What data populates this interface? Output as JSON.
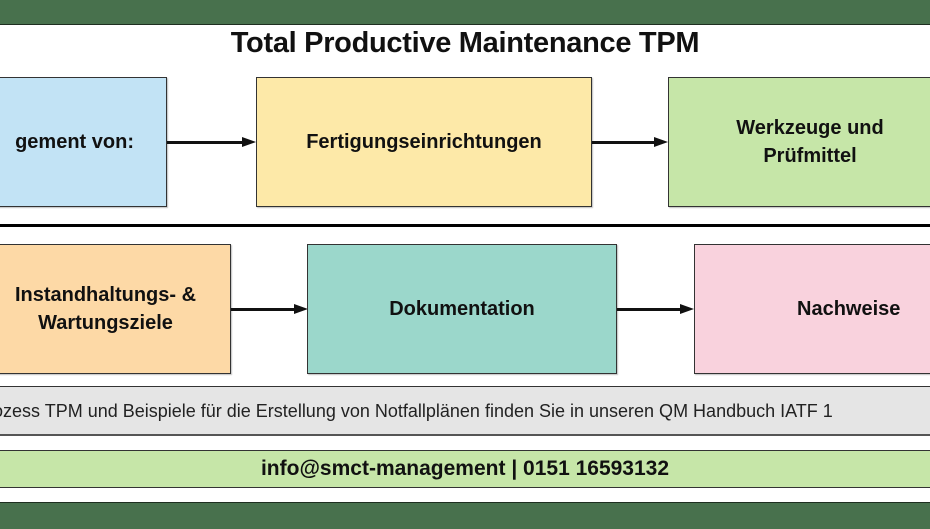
{
  "title": "Total Productive Maintenance TPM",
  "colors": {
    "band": "#48714d",
    "box_blue": "#c2e3f5",
    "box_yellow": "#fde9a8",
    "box_green": "#c6e6a8",
    "box_orange": "#fdd9a6",
    "box_teal": "#9bd7cb",
    "box_pink": "#f9d2dd",
    "info_bar": "#e5e5e5",
    "contact_bar": "#c6e6a8"
  },
  "row1": {
    "boxes": [
      {
        "label": "gement von:"
      },
      {
        "label": "Fertigungseinrichtungen"
      },
      {
        "label": "Werkzeuge und\nPrüfmittel"
      }
    ]
  },
  "row2": {
    "boxes": [
      {
        "label": "Instandhaltungs- &\nWartungsziele"
      },
      {
        "label": "Dokumentation"
      },
      {
        "label": "Nachweise"
      }
    ]
  },
  "info_text": "ozess TPM und Beispiele für die Erstellung von Notfallplänen finden Sie in unseren QM Handbuch IATF 1",
  "contact_text": "info@smct-management | 0151 16593132"
}
